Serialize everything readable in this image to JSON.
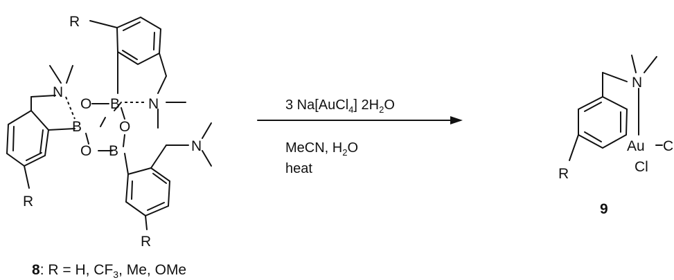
{
  "reactant": {
    "R_top": "R",
    "R_left": "R",
    "R_bottom": "R",
    "N_left": "N",
    "N_middle": "N",
    "N_right": "N",
    "O1": "O",
    "O2": "O",
    "O3": "O",
    "B1": "B",
    "B2": "B",
    "B3": "B",
    "caption_number": "8",
    "caption_rest_a": ": R = H, CF",
    "caption_sub": "3",
    "caption_rest_b": ", Me, OMe"
  },
  "reaction": {
    "reagent_prefix": "3 Na[AuCl",
    "reagent_sub1": "4",
    "reagent_mid": "] 2H",
    "reagent_sub2": "2",
    "reagent_suffix": "O",
    "solvent_prefix": "MeCN, H",
    "solvent_sub": "2",
    "solvent_suffix": "O",
    "condition": "heat"
  },
  "product": {
    "N": "N",
    "Au": "Au",
    "Cl_right": "C",
    "Cl_bottom": "Cl",
    "R": "R",
    "label": "9"
  }
}
